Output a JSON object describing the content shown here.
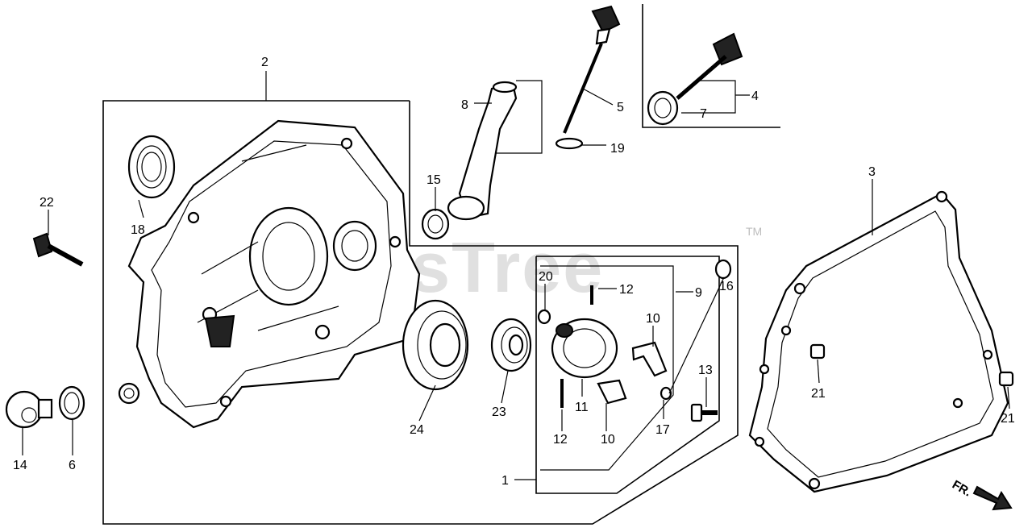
{
  "watermark": {
    "text": "PartsTree",
    "trademark": "TM"
  },
  "direction": {
    "text": "FR."
  },
  "callouts": [
    {
      "id": "c1",
      "text": "1"
    },
    {
      "id": "c2",
      "text": "2"
    },
    {
      "id": "c3",
      "text": "3"
    },
    {
      "id": "c4",
      "text": "4"
    },
    {
      "id": "c5",
      "text": "5"
    },
    {
      "id": "c6",
      "text": "6"
    },
    {
      "id": "c7",
      "text": "7"
    },
    {
      "id": "c8",
      "text": "8"
    },
    {
      "id": "c9",
      "text": "9"
    },
    {
      "id": "c10a",
      "text": "10"
    },
    {
      "id": "c10b",
      "text": "10"
    },
    {
      "id": "c11",
      "text": "11"
    },
    {
      "id": "c12a",
      "text": "12"
    },
    {
      "id": "c12b",
      "text": "12"
    },
    {
      "id": "c13",
      "text": "13"
    },
    {
      "id": "c14",
      "text": "14"
    },
    {
      "id": "c15",
      "text": "15"
    },
    {
      "id": "c16",
      "text": "16"
    },
    {
      "id": "c17",
      "text": "17"
    },
    {
      "id": "c18",
      "text": "18"
    },
    {
      "id": "c19",
      "text": "19"
    },
    {
      "id": "c20",
      "text": "20"
    },
    {
      "id": "c21a",
      "text": "21"
    },
    {
      "id": "c21b",
      "text": "21"
    },
    {
      "id": "c22",
      "text": "22"
    },
    {
      "id": "c23",
      "text": "23"
    },
    {
      "id": "c24",
      "text": "24"
    }
  ]
}
